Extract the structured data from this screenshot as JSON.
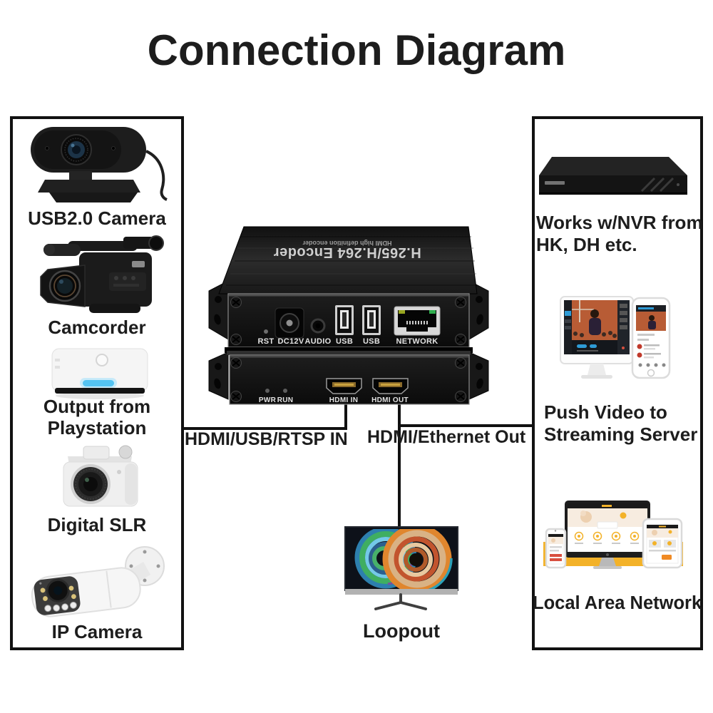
{
  "title": "Connection Diagram",
  "left_panel": {
    "items": [
      {
        "name": "usb-camera",
        "lines": [
          "USB2.0 Camera"
        ]
      },
      {
        "name": "camcorder",
        "lines": [
          "Camcorder"
        ]
      },
      {
        "name": "playstation",
        "lines": [
          "Output from",
          "Playstation"
        ]
      },
      {
        "name": "digital-slr",
        "lines": [
          "Digital SLR"
        ]
      },
      {
        "name": "ip-camera",
        "lines": [
          "IP Camera"
        ]
      }
    ]
  },
  "right_panel": {
    "items": [
      {
        "name": "nvr",
        "lines": [
          "Works w/NVR from",
          "HK, DH etc."
        ]
      },
      {
        "name": "streaming",
        "lines": [
          "Push Video to",
          "Streaming Server"
        ]
      },
      {
        "name": "lan",
        "lines": [
          "Local Area Network"
        ]
      }
    ]
  },
  "encoder": {
    "top_label_main": "H.265/H.264 Encoder",
    "top_label_sub": "HDMI high definition encoder",
    "top_ports": [
      "RST",
      "DC12V",
      "AUDIO",
      "USB",
      "USB",
      "NETWORK"
    ],
    "bottom_ports": [
      "PWR",
      "RUN",
      "HDMI IN",
      "HDMI OUT"
    ]
  },
  "connections": {
    "input_label": "HDMI/USB/RTSP IN",
    "output_label": "HDMI/Ethernet Out",
    "loopout_label": "Loopout"
  },
  "colors": {
    "line": "#111111",
    "panel_border": "#111111",
    "accent_yellow": "#f3b229",
    "accent_blue": "#2e9bd6",
    "led_cyan": "#54c3f1"
  }
}
